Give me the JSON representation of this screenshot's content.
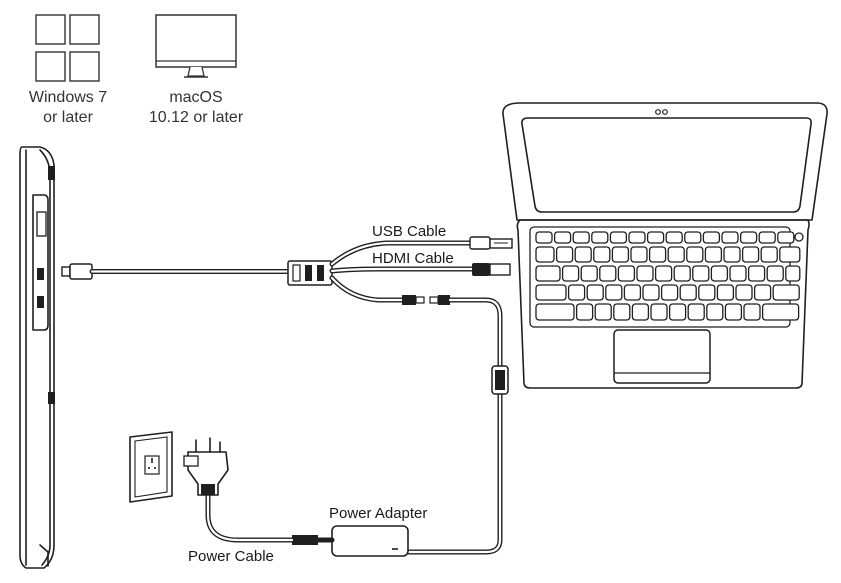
{
  "os_requirements": {
    "windows": {
      "line1": "Windows 7",
      "line2": "or later",
      "icon": "windows-logo-icon"
    },
    "mac": {
      "line1": "macOS",
      "line2": "10.12 or later",
      "icon": "imac-icon"
    }
  },
  "cables": {
    "usb_label": "USB Cable",
    "hdmi_label": "HDMI Cable",
    "power_adapter_label": "Power Adapter",
    "power_cable_label": "Power Cable"
  },
  "devices": {
    "display": "pen-display-icon",
    "laptop": "laptop-icon",
    "outlet": "wall-socket-icon",
    "plug": "uk-plug-icon"
  }
}
